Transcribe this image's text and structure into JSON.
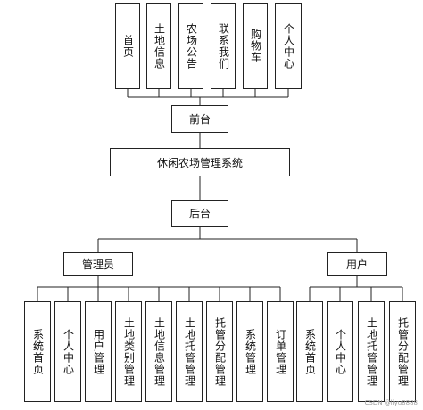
{
  "front_modules": [
    "首页",
    "土地信息",
    "农场公告",
    "联系我们",
    "购物车",
    "个人中心"
  ],
  "front_label": "前台",
  "system_title": "休闲农场管理系统",
  "back_label": "后台",
  "admin_label": "管理员",
  "user_label": "用户",
  "admin_modules": [
    "系统首页",
    "个人中心",
    "用户管理",
    "土地类别管理",
    "土地信息管理",
    "土地托管管理",
    "托管分配管理",
    "系统管理",
    "订单管理"
  ],
  "user_modules": [
    "系统首页",
    "个人中心",
    "土地托管管理",
    "托管分配管理"
  ],
  "watermark": "CSDN @liyu8888"
}
